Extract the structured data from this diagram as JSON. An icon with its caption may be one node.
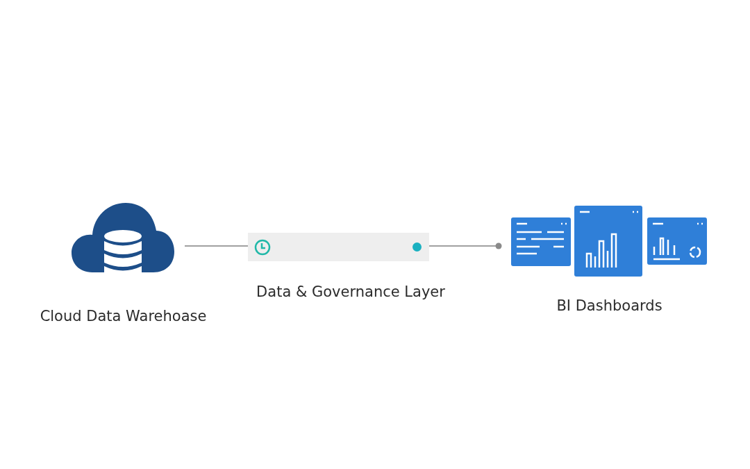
{
  "diagram": {
    "nodes": [
      {
        "text": [
          "Cloud Data Warehoase"
        ]
      },
      {
        "text": [
          "Data & Governance Layer"
        ]
      },
      {
        "text": [
          "BI Dashboards"
        ]
      }
    ],
    "edges": [
      {
        "from": 0,
        "to": 1,
        "arrow": "none"
      },
      {
        "from": 1,
        "to": 2,
        "arrow": "other"
      }
    ]
  }
}
